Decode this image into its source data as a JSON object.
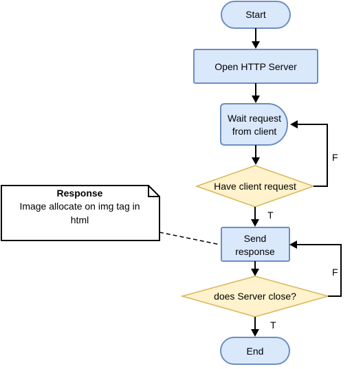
{
  "nodes": {
    "start": "Start",
    "open_http_server": "Open HTTP Server",
    "wait_request": [
      "Wait request",
      "from client"
    ],
    "have_client_request": "Have client request",
    "send_response": [
      "Send",
      "response"
    ],
    "does_server_close": "does Server close?",
    "end": "End"
  },
  "edge_labels": {
    "have_request_false": "F",
    "have_request_true": "T",
    "server_close_false": "F",
    "server_close_true": "T"
  },
  "note": {
    "title": "Response",
    "lines": [
      "Image allocate on img tag in",
      "html"
    ]
  },
  "colors": {
    "process_fill": "#dae8fc",
    "process_stroke": "#6c8ebf",
    "decision_fill": "#fff2cc",
    "decision_stroke": "#d6b656"
  }
}
